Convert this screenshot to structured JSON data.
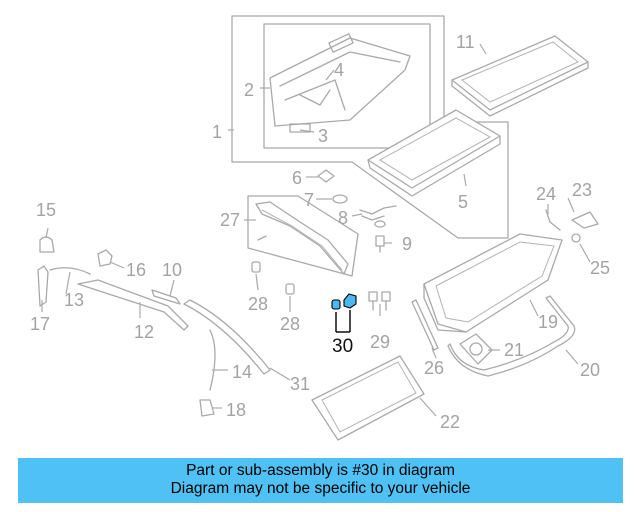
{
  "callouts": {
    "c1": "1",
    "c2": "2",
    "c3": "3",
    "c4": "4",
    "c5": "5",
    "c6": "6",
    "c7": "7",
    "c8": "8",
    "c9": "9",
    "c10": "10",
    "c11": "11",
    "c12": "12",
    "c13": "13",
    "c14": "14",
    "c15": "15",
    "c16": "16",
    "c17": "17",
    "c18": "18",
    "c19": "19",
    "c20": "20",
    "c21": "21",
    "c22": "22",
    "c23": "23",
    "c24": "24",
    "c25": "25",
    "c26": "26",
    "c27": "27",
    "c28a": "28",
    "c28b": "28",
    "c29": "29",
    "c30": "30",
    "c31": "31"
  },
  "highlight_color": "#4db8f0",
  "banner": {
    "line1": "Part or sub-assembly is #30 in diagram",
    "line2": "Diagram may not be specific to your vehicle",
    "background": "#4fc1f5"
  }
}
